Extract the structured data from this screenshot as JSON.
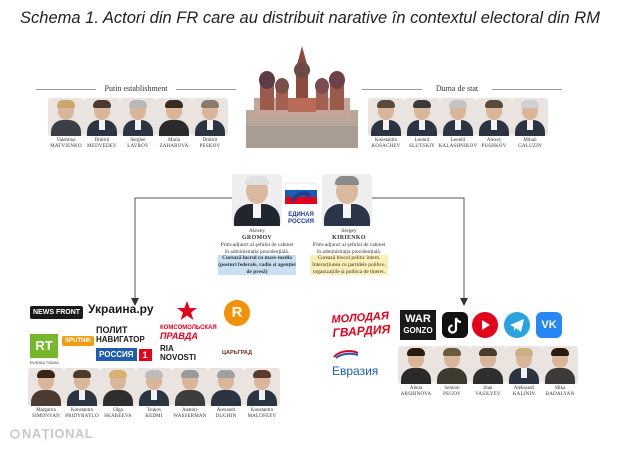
{
  "title": "Schema 1. Actori din FR care au distribuit narative în contextul electoral din RM",
  "groups": {
    "putin": {
      "label": "Putin establishment"
    },
    "duma": {
      "label": "Duma de stat"
    }
  },
  "putin_people": [
    {
      "first": "Valentina",
      "last": "MATVIENKO"
    },
    {
      "first": "Dmitrii",
      "last": "MEDVEDEV"
    },
    {
      "first": "Serghei",
      "last": "LAVROV"
    },
    {
      "first": "Maria",
      "last": "ZAHAROVA"
    },
    {
      "first": "Dmitrii",
      "last": "PESKOV"
    }
  ],
  "duma_people": [
    {
      "first": "Konstantin",
      "last": "KOSACHEV"
    },
    {
      "first": "Leonid",
      "last": "SLUTSKIY"
    },
    {
      "first": "Leonid",
      "last": "KALASHNIKOV"
    },
    {
      "first": "Alexey",
      "last": "PUSHKOV"
    },
    {
      "first": "Mihail",
      "last": "GALUZIN"
    }
  ],
  "party": {
    "line1": "ЕДИНАЯ",
    "line2": "РОССИЯ"
  },
  "gromov": {
    "first": "Alexey",
    "last": "GROMOV",
    "role": "Prim-adjunct al șefului de cabinet în administrația prezidențială.",
    "duty": "Curează lucrul cu mass-media (posturi federale, radio și agenției de presă)"
  },
  "kirienko": {
    "first": "Sergey",
    "last": "KIRIENKO",
    "role": "Prim-adjunct al șefului de cabinet în administrația prezidențială.",
    "duty": "Curează blocul politic intern. Interacțiunea cu partidele politice, organizațiile și politica de tineret."
  },
  "left_media": {
    "newsfront": "NEWS FRONT",
    "ukraina": "Украина.ру",
    "politnav1": "ПОЛИТ",
    "politnav2": "НАВИГАТОР",
    "rossiya": "РОССИЯ",
    "rossiya_num": "1",
    "kp1": "КОМСОМОЛЬСКАЯ",
    "kp2": "ПРАВДА",
    "ria1": "RIA",
    "ria2": "NOVOSTI",
    "tsargrad": "ЦАРЬГРАД",
    "rt": "RT",
    "rt_sub": "RUSSIA TODAY",
    "sputnik": "SPUTNIK"
  },
  "left_people": [
    {
      "first": "Margarita",
      "last": "SIMONYAN"
    },
    {
      "first": "Konstantin",
      "last": "PRIDYBAYLO"
    },
    {
      "first": "Olga",
      "last": "SKABEEVA"
    },
    {
      "first": "Tsukov",
      "last": "KEDMI"
    },
    {
      "first": "Anatoly",
      "last": "WASSERMAN"
    },
    {
      "first": "Alexandr",
      "last": "DUGHIN"
    },
    {
      "first": "Konstantin",
      "last": "MALOFEEV"
    }
  ],
  "right_media": {
    "molodaya1": "МОЛОДАЯ",
    "molodaya2": "ГВАРДИЯ",
    "war1": "WAR",
    "war2": "GONZO",
    "evraziya": "Евразия"
  },
  "right_people": [
    {
      "first": "Aluna",
      "last": "ARSHINOVA"
    },
    {
      "first": "Semion",
      "last": "PEGOV"
    },
    {
      "first": "Stan",
      "last": "VASILYEV"
    },
    {
      "first": "Aleksandr",
      "last": "KALININ"
    },
    {
      "first": "Mika",
      "last": "BADALYAN"
    }
  ],
  "footer": {
    "brand": "NAȚIONAL"
  },
  "colors": {
    "accent_blue": "#1d3f8e",
    "highlight_blue": "#c9dff3",
    "highlight_yellow": "#fbf0b5",
    "red": "#e3001b"
  }
}
